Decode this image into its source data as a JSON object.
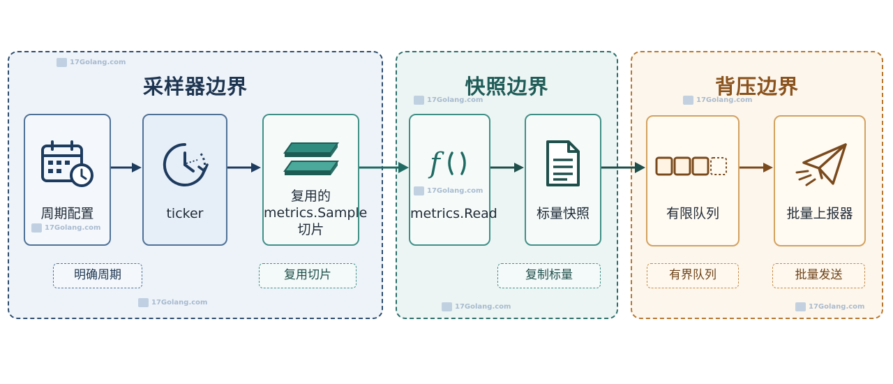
{
  "sections": {
    "sampler": {
      "title": "采样器边界",
      "nodes": [
        "周期配置",
        "ticker",
        "复用的",
        "metrics.Sample",
        "切片"
      ],
      "tags": [
        "明确周期",
        "复用切片"
      ]
    },
    "snapshot": {
      "title": "快照边界",
      "nodes": [
        "metrics.Read",
        "标量快照"
      ],
      "tags": [
        "复制标量"
      ]
    },
    "backpressure": {
      "title": "背压边界",
      "nodes": [
        "有限队列",
        "批量上报器"
      ],
      "tags": [
        "有界队列",
        "批量发送"
      ]
    }
  },
  "watermark": "17Golang.com",
  "colors": {
    "navy": "#1d3450",
    "teal": "#2a6d68",
    "orange": "#b6762e"
  }
}
